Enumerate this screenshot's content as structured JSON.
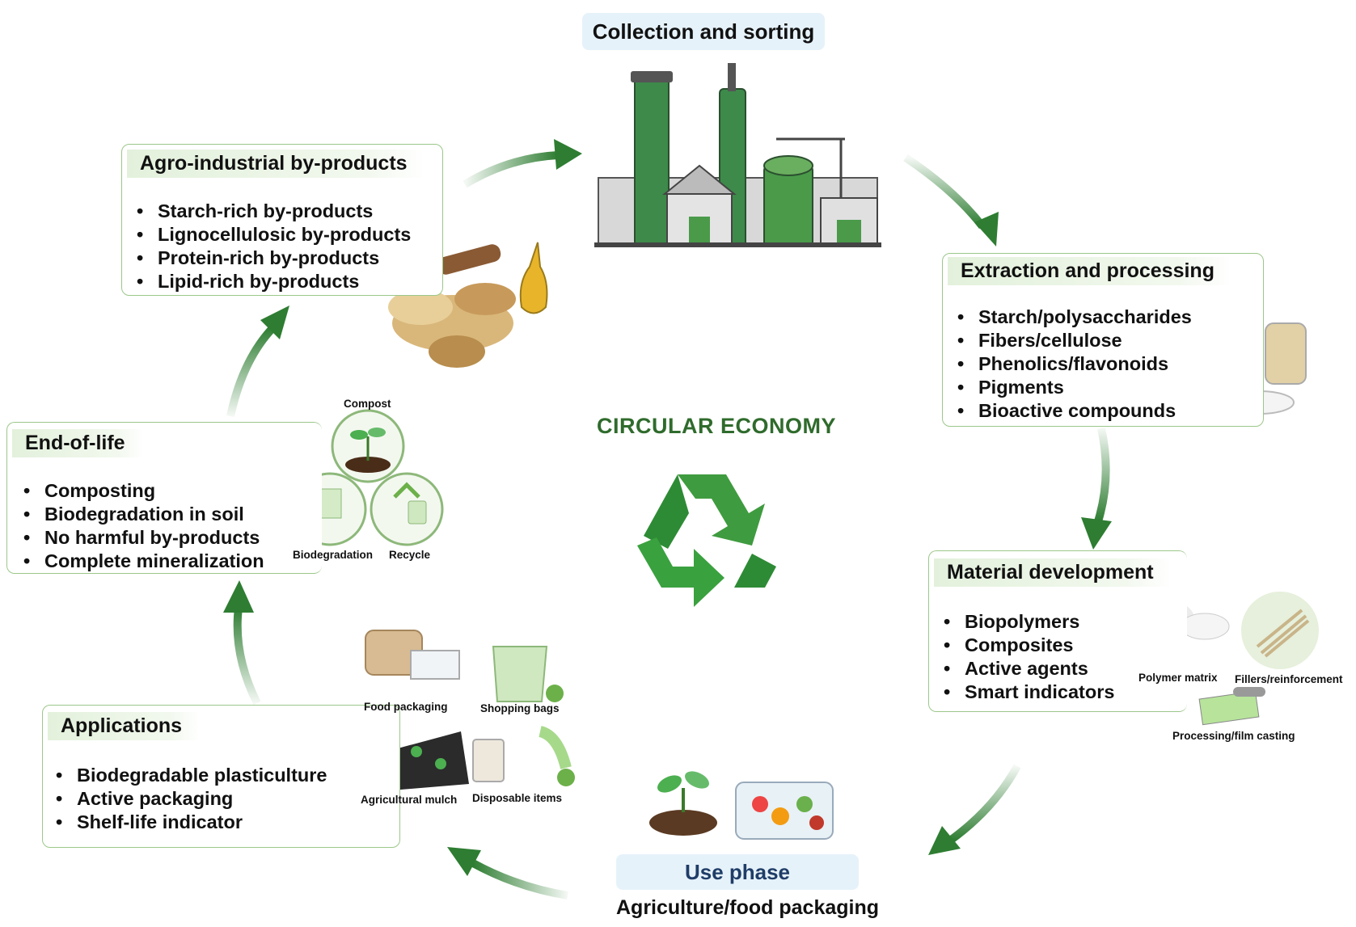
{
  "center": {
    "title": "CIRCULAR ECONOMY",
    "icon": "recycle-icon"
  },
  "top": {
    "label": "Collection and sorting",
    "icon": "factory-icon"
  },
  "agro": {
    "title": "Agro-industrial by-products",
    "items": [
      "Starch-rich by-products",
      "Lignocellulosic by-products",
      "Protein-rich by-products",
      "Lipid-rich by-products"
    ]
  },
  "extraction": {
    "title": "Extraction and processing",
    "items": [
      "Starch/polysaccharides",
      "Fibers/cellulose",
      "Phenolics/flavonoids",
      "Pigments",
      "Bioactive compounds"
    ]
  },
  "material": {
    "title": "Material development",
    "items": [
      "Biopolymers",
      "Composites",
      "Active agents",
      "Smart indicators"
    ],
    "captions": [
      "Polymer matrix",
      "Fillers/reinforcement",
      "Processing/film casting"
    ]
  },
  "use": {
    "label": "Use phase",
    "sublabel": "Agriculture/food packaging"
  },
  "applications": {
    "title": "Applications",
    "items": [
      "Biodegradable plasticulture",
      "Active packaging",
      "Shelf-life indicator"
    ],
    "captions": [
      "Food packaging",
      "Shopping bags",
      "Agricultural mulch",
      "Disposable items"
    ]
  },
  "eol": {
    "title": "End-of-life",
    "items": [
      "Composting",
      "Biodegradation in soil",
      "No harmful by-products",
      "Complete mineralization"
    ],
    "captions": [
      "Compost",
      "Biodegradation",
      "Recycle"
    ]
  },
  "colors": {
    "arrow": "#2e7d32",
    "box_border": "#9cc78a",
    "title_bg": "#e3f1dc",
    "pill_bg": "#e6f2fa",
    "center_text": "#2f6b2c"
  }
}
